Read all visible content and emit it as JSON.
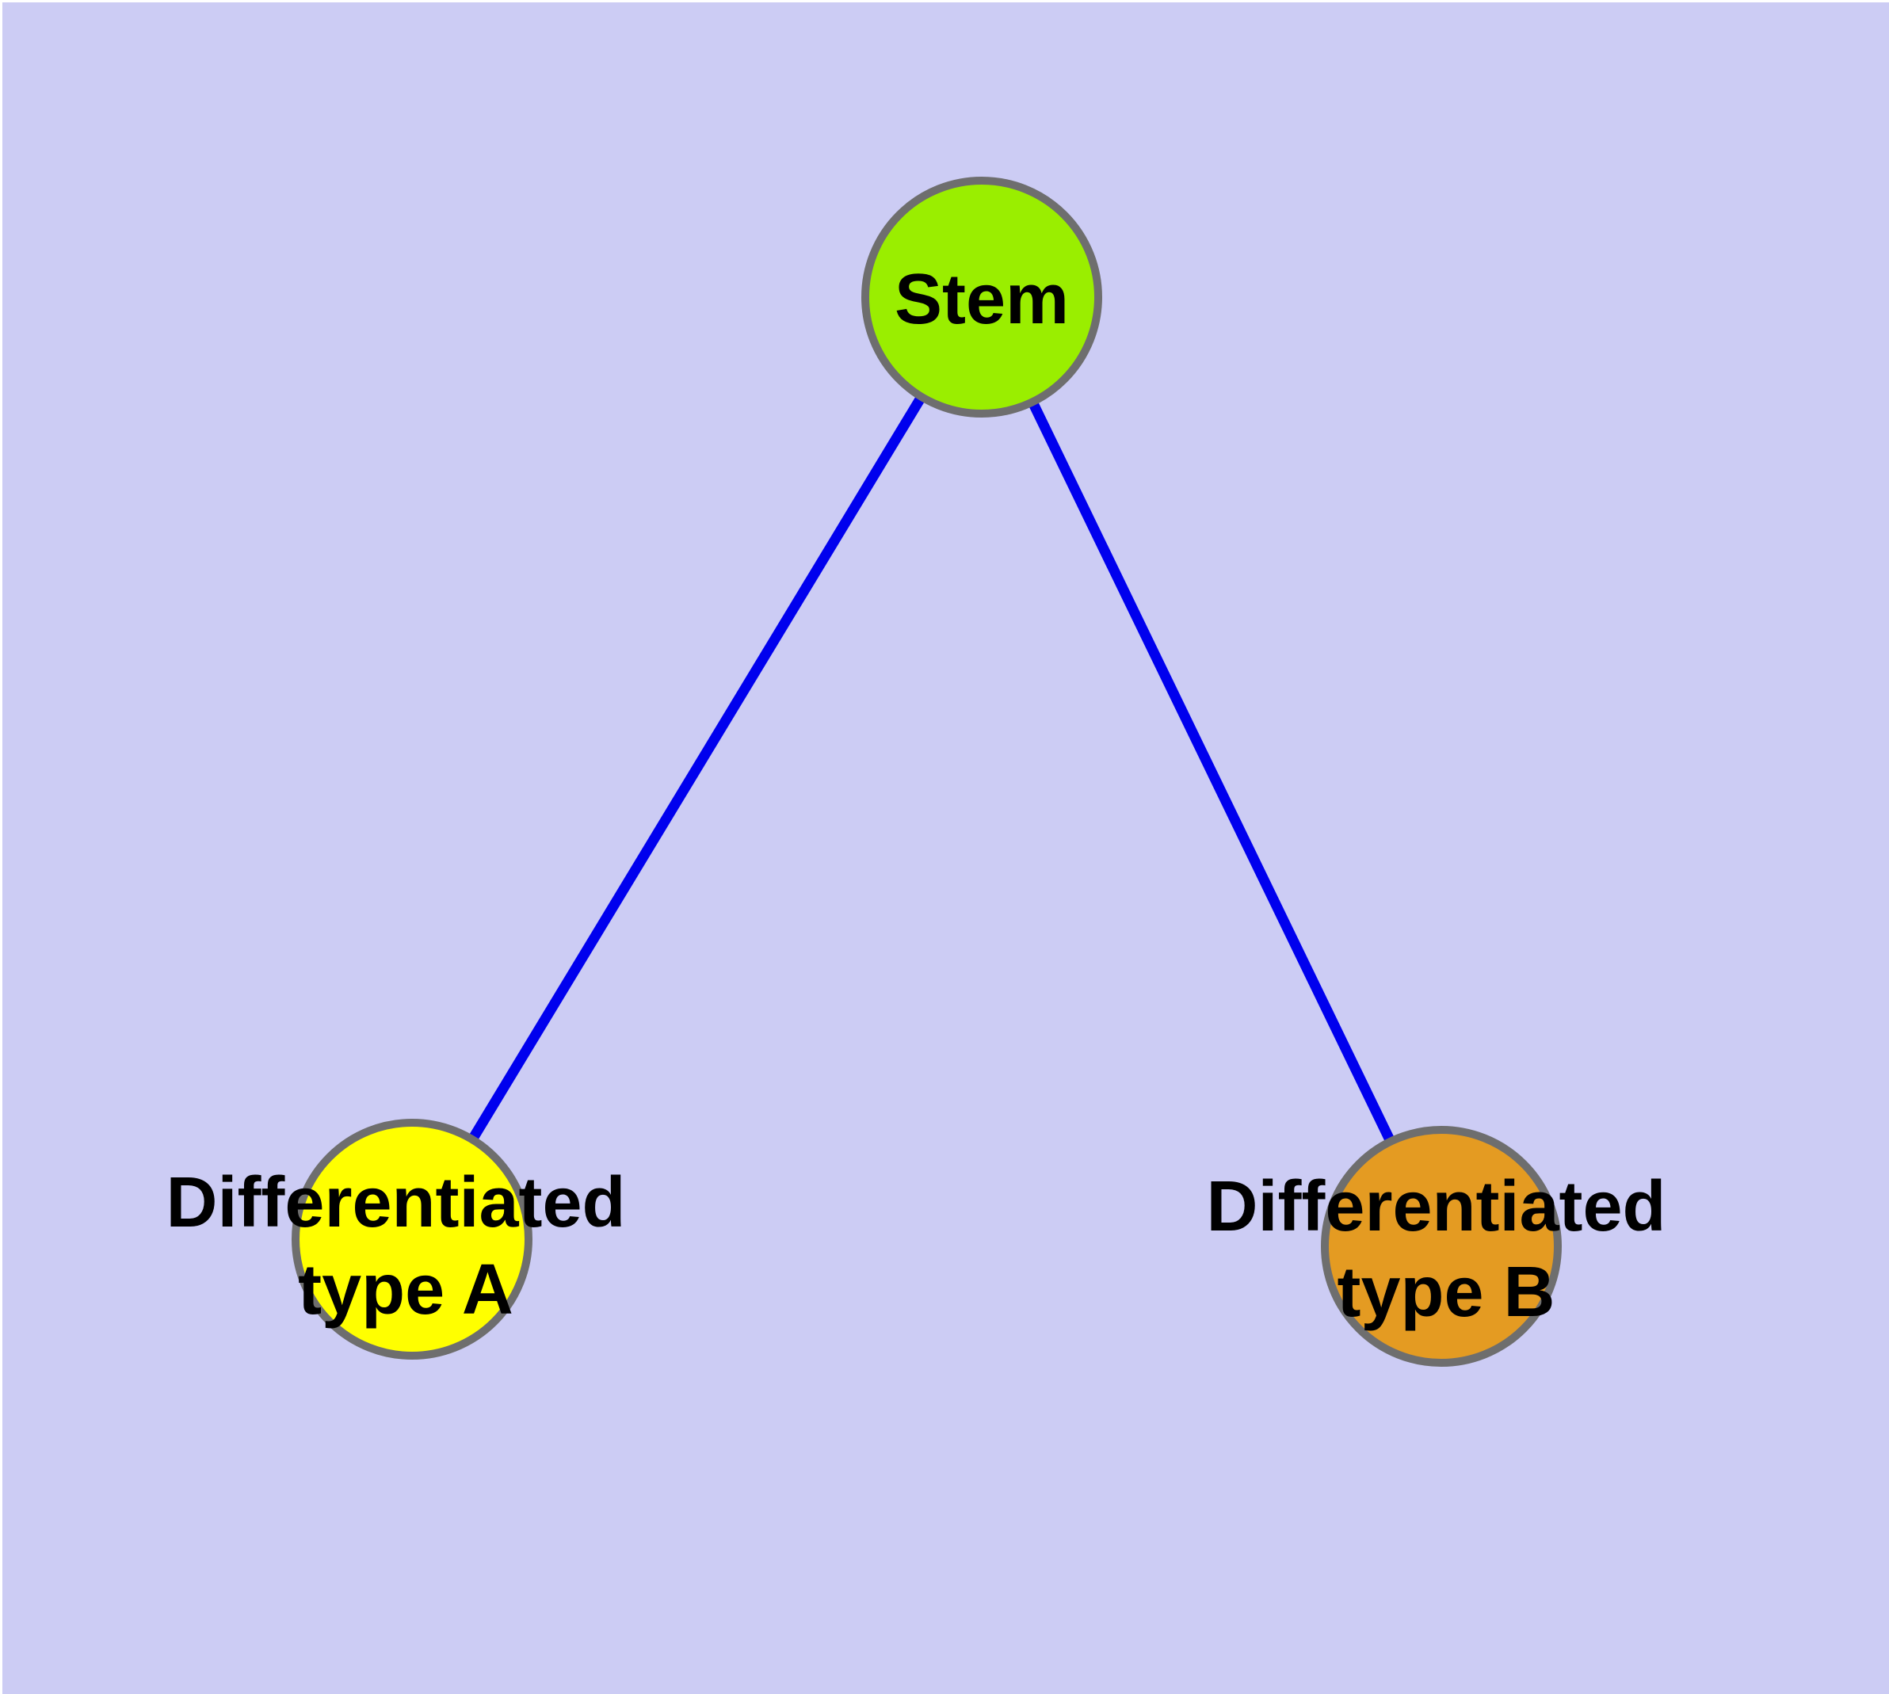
{
  "diagram": {
    "background_color": "#ccccf4",
    "frame_color": "#ffffff",
    "edge_color": "#0000ee",
    "node_border_color": "#6e6e6e",
    "nodes": [
      {
        "id": "stem",
        "label": "Stem",
        "fill": "#9aee00"
      },
      {
        "id": "differentiated-type-a",
        "label": "Differentiated type A",
        "label_line1": "Differentiated",
        "label_line2": "type A",
        "fill": "#ffff00"
      },
      {
        "id": "differentiated-type-b",
        "label": "Differentiated type B",
        "label_line1": "Differentiated",
        "label_line2": "type B",
        "fill": "#e49b22"
      }
    ],
    "edges": [
      {
        "from": "stem",
        "to": "differentiated-type-a"
      },
      {
        "from": "stem",
        "to": "differentiated-type-b"
      }
    ]
  }
}
